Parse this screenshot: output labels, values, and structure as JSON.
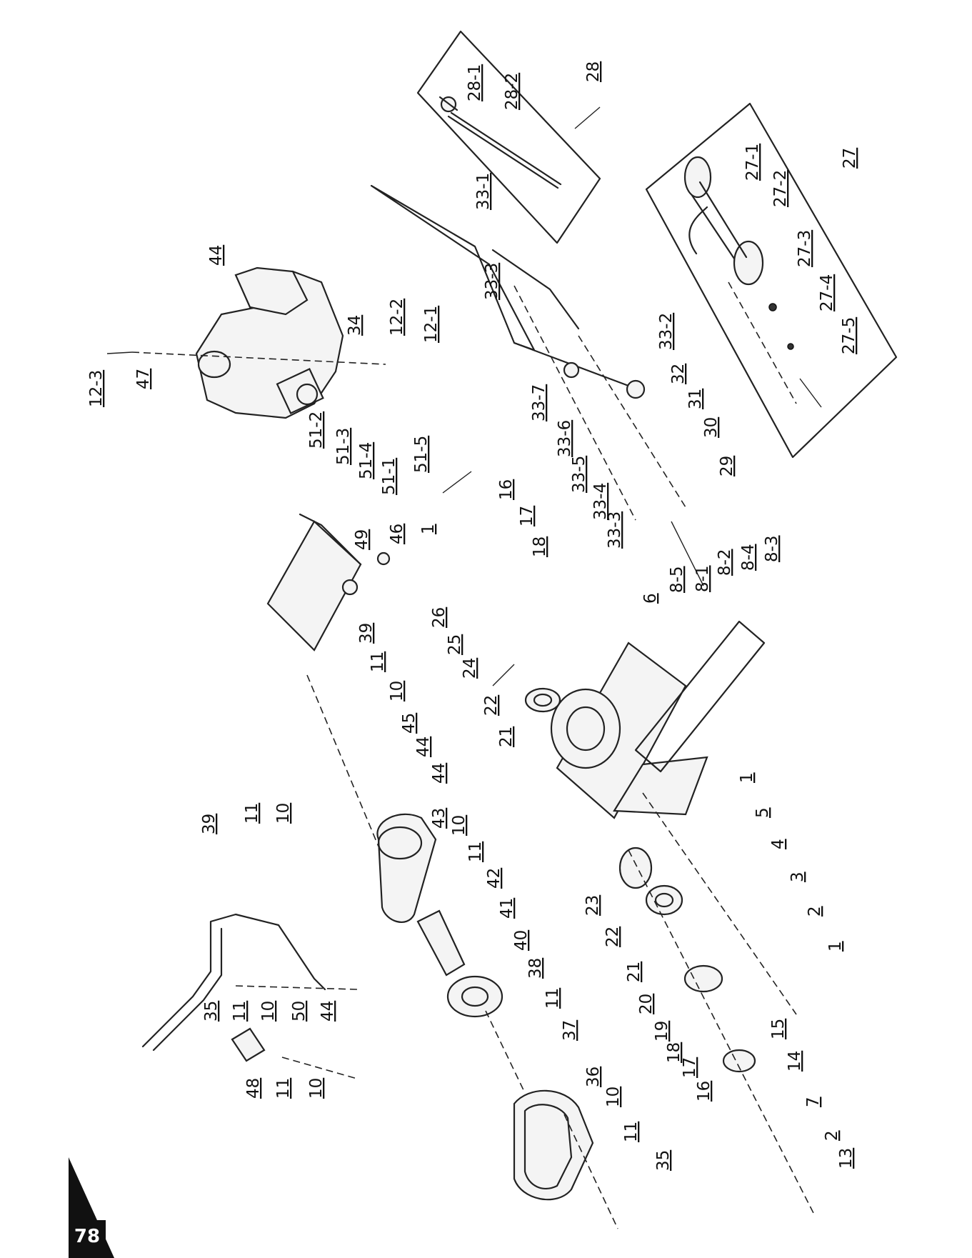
{
  "page_number": "78",
  "callouts": [
    "12-3",
    "47",
    "44",
    "34",
    "12-2",
    "12-1",
    "51-2",
    "51-3",
    "51-4",
    "51-1",
    "51-5",
    "49",
    "46",
    "1",
    "39",
    "11",
    "10",
    "45",
    "44",
    "39",
    "11",
    "10",
    "44",
    "43",
    "10",
    "11",
    "42",
    "41",
    "40",
    "38",
    "11",
    "37",
    "35",
    "11",
    "10",
    "50",
    "44",
    "48",
    "11",
    "10",
    "36",
    "10",
    "11",
    "35",
    "28",
    "28-1",
    "28-2",
    "27",
    "27-1",
    "27-2",
    "27-3",
    "27-4",
    "27-5",
    "33-1",
    "33-3",
    "33-2",
    "32",
    "31",
    "30",
    "29",
    "33-7",
    "33-6",
    "33-5",
    "33-4",
    "33-3",
    "16",
    "17",
    "18",
    "26",
    "25",
    "24",
    "22",
    "21",
    "6",
    "8-5",
    "8-1",
    "8-2",
    "8-4",
    "8-3",
    "1",
    "5",
    "4",
    "3",
    "2",
    "1",
    "23",
    "22",
    "21",
    "20",
    "19",
    "18",
    "17",
    "16",
    "15",
    "14",
    "7",
    "2",
    "13"
  ]
}
